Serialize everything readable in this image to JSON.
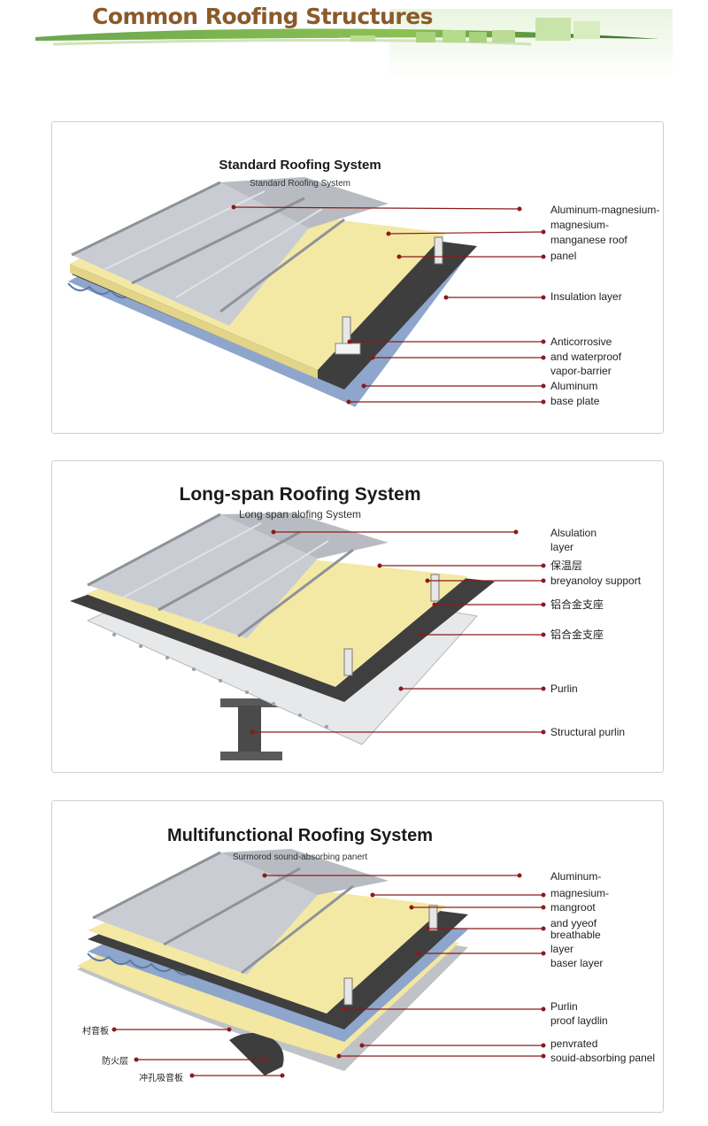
{
  "header": {
    "title": "Common Roofing Structures"
  },
  "panels": [
    {
      "title": "Standard Roofing System",
      "subtitle": "Standard Roofing System",
      "labels": [
        "Aluminum-magnesium-",
        "magnesium-",
        "manganese roof",
        "panel",
        "Insulation layer",
        "Anticorrosive",
        "and waterproof",
        "vapor-barrier",
        "Aluminum",
        "base plate"
      ]
    },
    {
      "title": "Long-span Roofing System",
      "subtitle": "Long span alofing System",
      "labels": [
        "Alsulation",
        "layer",
        "保温层",
        "breyanoloy support",
        "铝合金支座",
        "铝合金支座",
        "Purlin",
        "Structural purlin"
      ]
    },
    {
      "title": "Multifunctional Roofing System",
      "subtitle": "Surmorod sound-absorbing panert",
      "labels": [
        "Aluminum-",
        "magnesium-",
        "mangroot",
        "and yyeof",
        "breathable",
        "layer",
        "baser layer",
        "Purlin",
        "proof laydlin",
        "penvrated",
        "souid-absorbing panel"
      ],
      "left_labels": [
        "村音板",
        "防火层",
        "冲孔吸音板"
      ]
    }
  ],
  "colors": {
    "title_brown": "#8a5a2b",
    "leader_red": "#8b1a1a",
    "insulation_yellow": "#f4e9a4",
    "membrane_dark": "#4a4a4a",
    "base_blue": "#8ea6cc",
    "panel_silver": "#cfd3d8"
  }
}
